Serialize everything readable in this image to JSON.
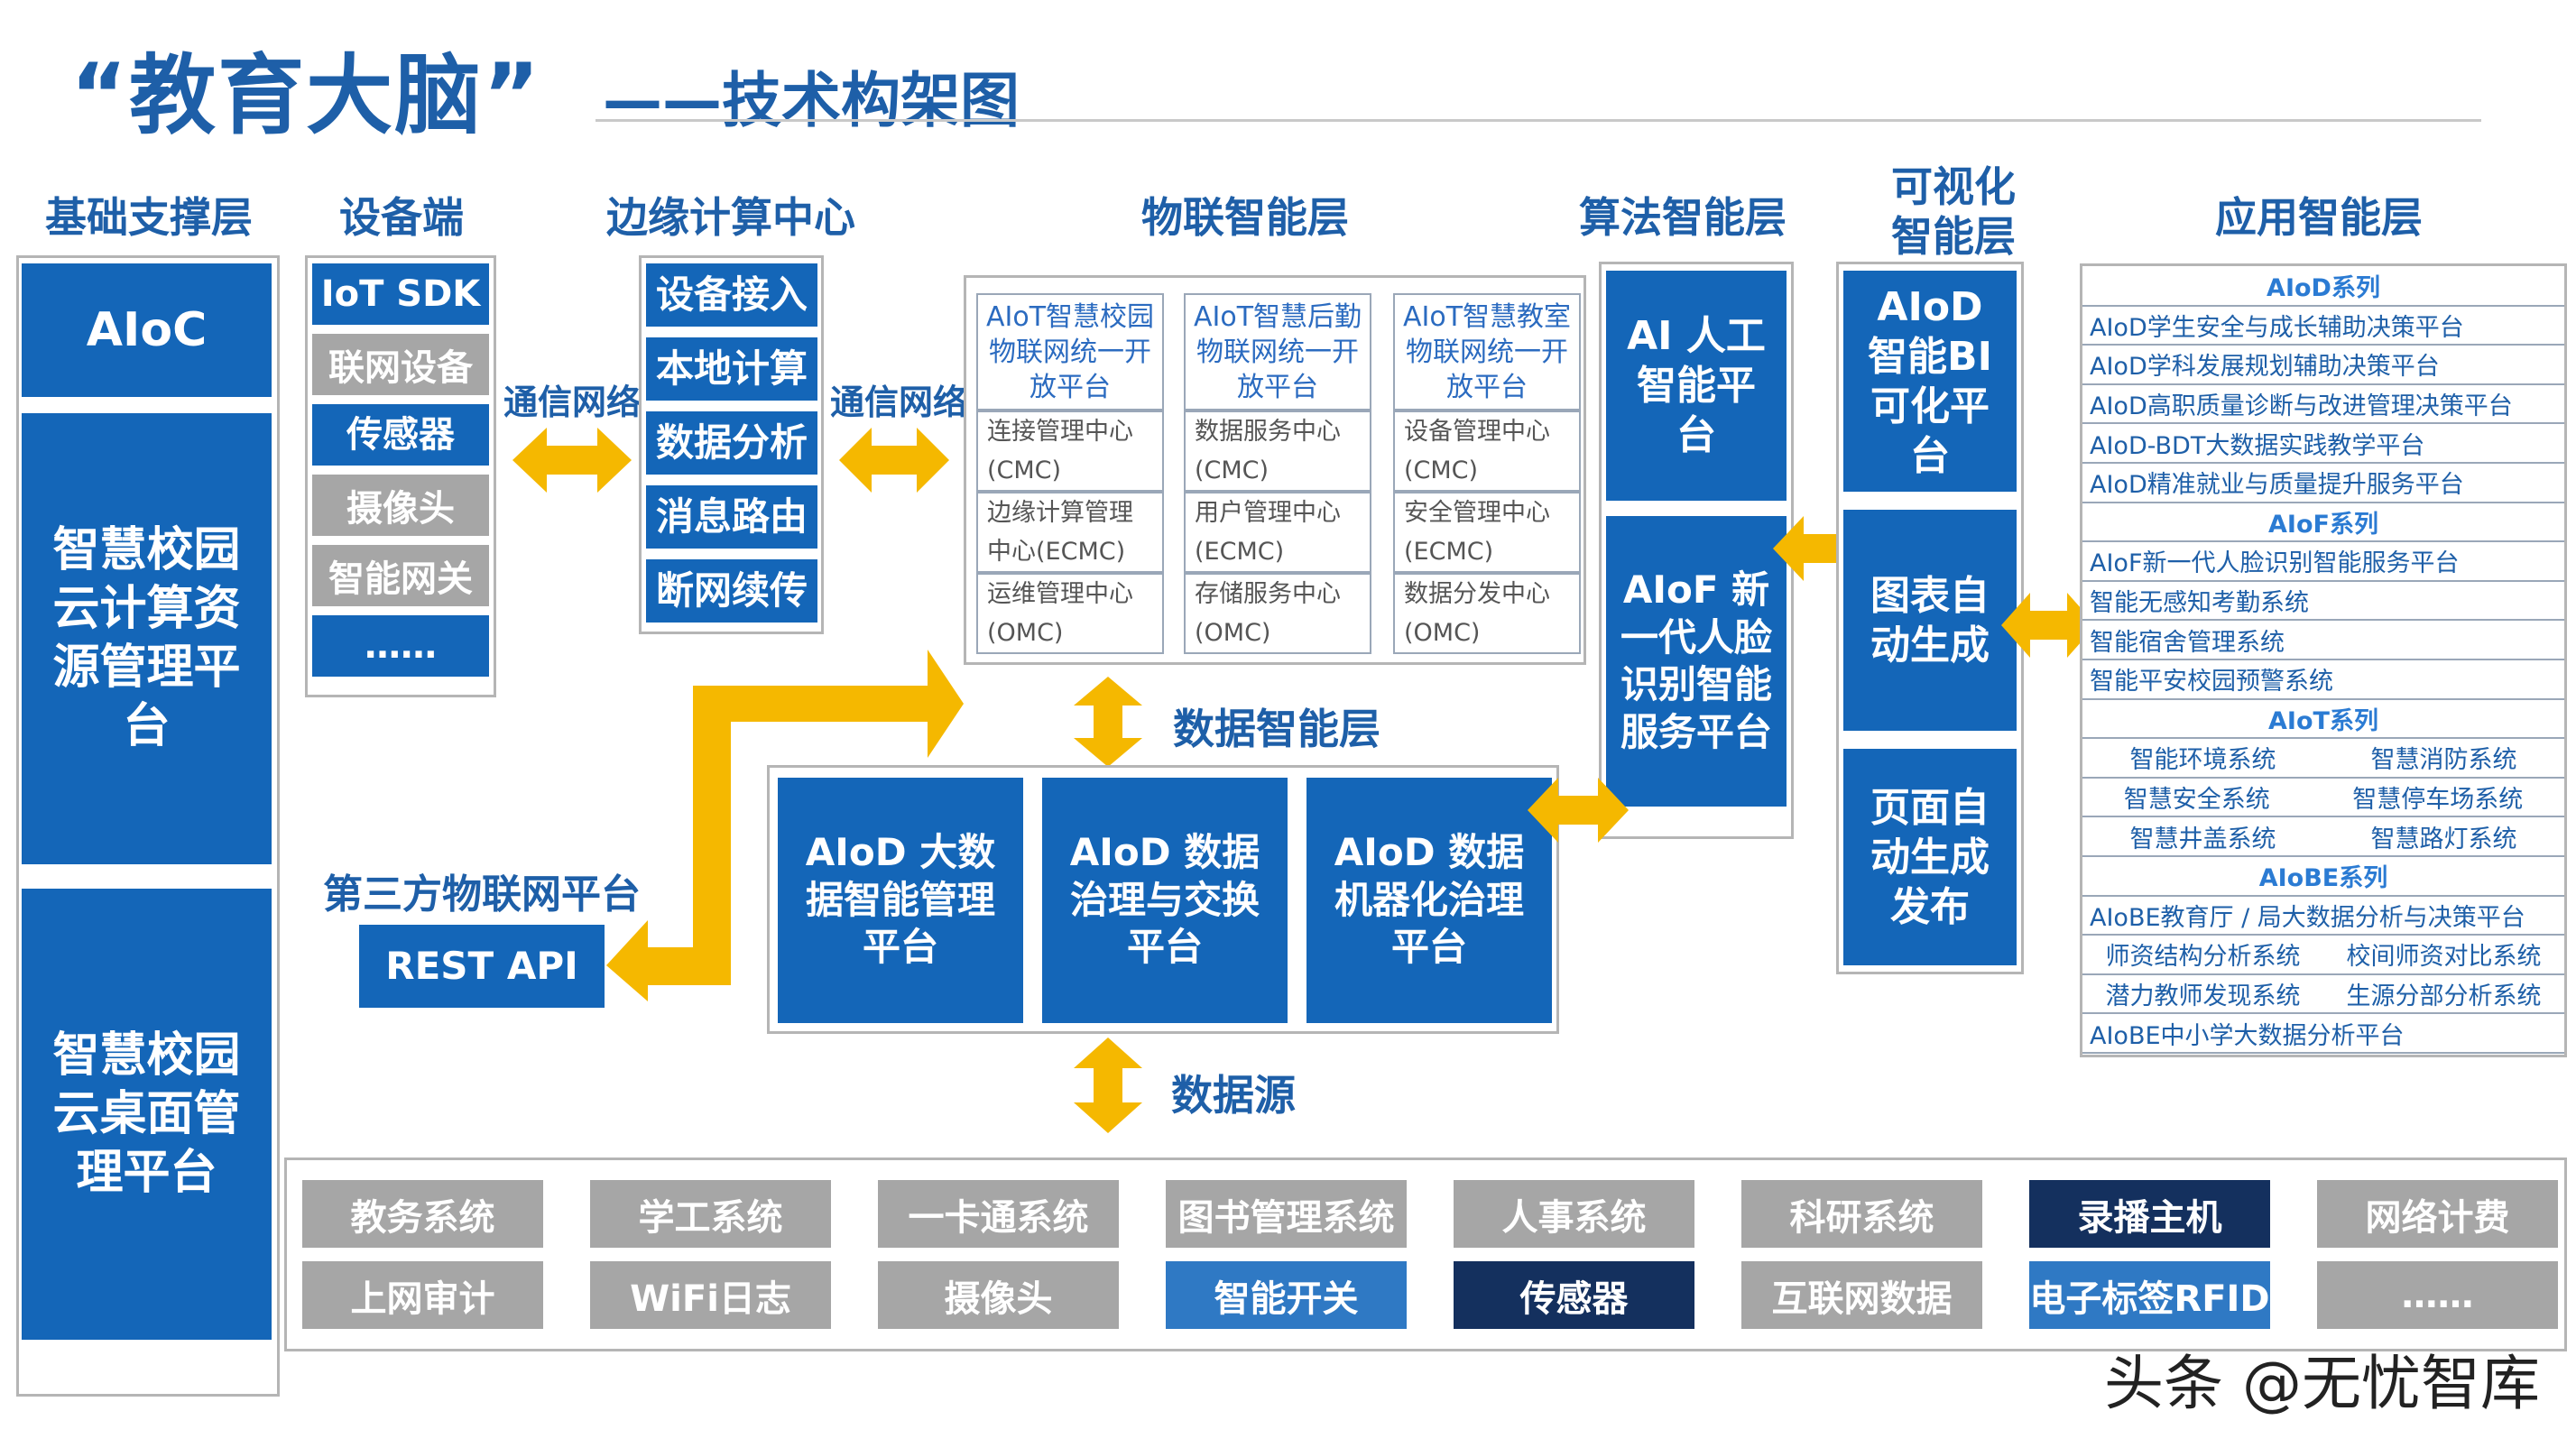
{
  "title": {
    "main": "“教育大脑”",
    "sub": "——技术构架图"
  },
  "headers": {
    "foundation": "基础支撑层",
    "device": "设备端",
    "edge": "边缘计算中心",
    "iot": "物联智能层",
    "algorithm": "算法智能层",
    "visual_line1": "可视化",
    "visual_line2": "智能层",
    "application": "应用智能层"
  },
  "foundation": {
    "aioc": "AIoC",
    "cloud_compute": "智慧校园云计算资源管理平台",
    "cloud_desktop": "智慧校园云桌面管理平台"
  },
  "device": {
    "items": [
      {
        "label": "IoT SDK",
        "style": "blue"
      },
      {
        "label": "联网设备",
        "style": "gray"
      },
      {
        "label": "传感器",
        "style": "blue"
      },
      {
        "label": "摄像头",
        "style": "gray"
      },
      {
        "label": "智能网关",
        "style": "gray"
      },
      {
        "label": "……",
        "style": "blue"
      }
    ]
  },
  "connectors": {
    "comm1": "通信网络",
    "comm2": "通信网络",
    "data_intelligence": "数据智能层",
    "data_source": "数据源",
    "third_party": "第三方物联网平台",
    "rest_api": "REST API"
  },
  "edge": {
    "items": [
      "设备接入",
      "本地计算",
      "数据分析",
      "消息路由",
      "断网续传"
    ]
  },
  "iot": {
    "columns": [
      {
        "title": "AIoT智慧校园物联网统一开放平台",
        "subs": [
          "连接管理中心(CMC)",
          "边缘计算管理中心(ECMC)",
          "运维管理中心(OMC)"
        ]
      },
      {
        "title": "AIoT智慧后勤物联网统一开放平台",
        "subs": [
          "数据服务中心(CMC)",
          "用户管理中心(ECMC)",
          "存储服务中心(OMC)"
        ]
      },
      {
        "title": "AIoT智慧教室物联网统一开放平台",
        "subs": [
          "设备管理中心(CMC)",
          "安全管理中心(ECMC)",
          "数据分发中心(OMC)"
        ]
      }
    ]
  },
  "data_layer": {
    "boxes": [
      "AIoD 大数据智能管理平台",
      "AIoD 数据治理与交换平台",
      "AIoD 数据机器化治理平台"
    ]
  },
  "algorithm": {
    "ai": "AI 人工智能平台",
    "aiof": "AIoF 新一代人脸识别智能服务平台"
  },
  "visual": {
    "bi": "AIoD 智能BI 可化平台",
    "chart": "图表自动生成",
    "page": "页面自动生成发布"
  },
  "application": {
    "rows": [
      {
        "type": "series",
        "text": "AIoD系列"
      },
      {
        "type": "item",
        "text": "AIoD学生安全与成长辅助决策平台"
      },
      {
        "type": "item",
        "text": "AIoD学科发展规划辅助决策平台"
      },
      {
        "type": "item",
        "text": "AIoD高职质量诊断与改进管理决策平台"
      },
      {
        "type": "item",
        "text": "AIoD-BDT大数据实践教学平台"
      },
      {
        "type": "item",
        "text": "AIoD精准就业与质量提升服务平台"
      },
      {
        "type": "series",
        "text": "AIoF系列"
      },
      {
        "type": "item",
        "text": "AIoF新一代人脸识别智能服务平台"
      },
      {
        "type": "item",
        "text": "智能无感知考勤系统"
      },
      {
        "type": "item",
        "text": "智能宿舍管理系统"
      },
      {
        "type": "item",
        "text": "智能平安校园预警系统"
      },
      {
        "type": "series",
        "text": "AIoT系列"
      },
      {
        "type": "pair",
        "left": "智能环境系统",
        "right": "智慧消防系统"
      },
      {
        "type": "pair",
        "left": "智慧安全系统",
        "right": "智慧停车场系统"
      },
      {
        "type": "pair",
        "left": "智慧井盖系统",
        "right": "智慧路灯系统"
      },
      {
        "type": "series",
        "text": "AIoBE系列"
      },
      {
        "type": "item",
        "text": "AIoBE教育厅 / 局大数据分析与决策平台"
      },
      {
        "type": "pair",
        "left": "师资结构分析系统",
        "right": "校间师资对比系统"
      },
      {
        "type": "pair",
        "left": "潜力教师发现系统",
        "right": "生源分部分析系统"
      },
      {
        "type": "item",
        "text": "AIoBE中小学大数据分析平台"
      }
    ]
  },
  "sources": {
    "row1": [
      {
        "label": "教务系统",
        "style": "gray"
      },
      {
        "label": "学工系统",
        "style": "gray"
      },
      {
        "label": "一卡通系统",
        "style": "gray"
      },
      {
        "label": "图书管理系统",
        "style": "gray"
      },
      {
        "label": "人事系统",
        "style": "gray"
      },
      {
        "label": "科研系统",
        "style": "gray"
      },
      {
        "label": "录播主机",
        "style": "navy"
      },
      {
        "label": "网络计费",
        "style": "gray"
      }
    ],
    "row2": [
      {
        "label": "上网审计",
        "style": "gray"
      },
      {
        "label": "WiFi日志",
        "style": "gray"
      },
      {
        "label": "摄像头",
        "style": "gray"
      },
      {
        "label": "智能开关",
        "style": "mid"
      },
      {
        "label": "传感器",
        "style": "navy"
      },
      {
        "label": "互联网数据",
        "style": "gray"
      },
      {
        "label": "电子标签RFID",
        "style": "mid"
      },
      {
        "label": "……",
        "style": "gray"
      }
    ]
  },
  "watermark": "头条 @无忧智库",
  "colors": {
    "primary_blue": "#1466b8",
    "accent_yellow": "#f5b800",
    "gray": "#a6a6a6",
    "navy": "#14305e"
  }
}
